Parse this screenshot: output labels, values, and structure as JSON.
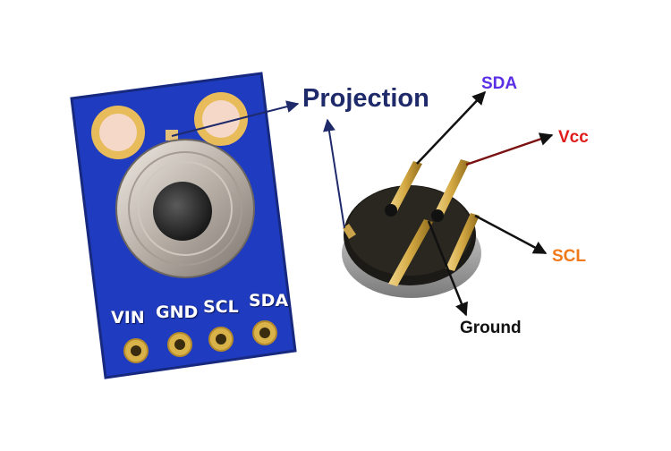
{
  "diagram": {
    "projection_label": "Projection",
    "pins": [
      {
        "name": "SDA",
        "color": "#5b2fe6"
      },
      {
        "name": "Vcc",
        "color": "#e01b1b"
      },
      {
        "name": "SCL",
        "color": "#f07a1a"
      },
      {
        "name": "Ground",
        "color": "#111111"
      }
    ],
    "board": {
      "pin_labels": [
        "VIN",
        "GND",
        "SCL",
        "SDA"
      ],
      "pcb_color": "#1f3bbf",
      "pad_color": "#d9b24a"
    },
    "arrow_colors": {
      "projection": "#1f2a6b",
      "pins": "#111111"
    }
  }
}
